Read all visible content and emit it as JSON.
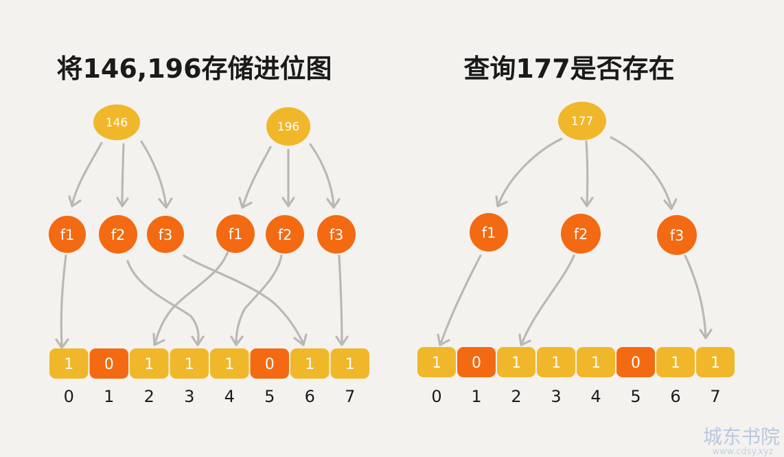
{
  "colors": {
    "background": "#f4f2ee",
    "key_node": "#f1b72a",
    "hash_node": "#f36a12",
    "bit_one": "#f1b72a",
    "bit_zero": "#f36a12",
    "arrow": "#b9b8b3"
  },
  "left_panel": {
    "title": "将146,196存储进位图",
    "keys": [
      {
        "label": "146",
        "targets": [
          "f1",
          "f2",
          "f3"
        ]
      },
      {
        "label": "196",
        "targets": [
          "f1",
          "f2",
          "f3"
        ]
      }
    ],
    "hash_functions": [
      {
        "label": "f1",
        "key": "146",
        "maps_to_index": 0
      },
      {
        "label": "f2",
        "key": "146",
        "maps_to_index": 3
      },
      {
        "label": "f3",
        "key": "146",
        "maps_to_index": 6
      },
      {
        "label": "f1",
        "key": "196",
        "maps_to_index": 2
      },
      {
        "label": "f2",
        "key": "196",
        "maps_to_index": 4
      },
      {
        "label": "f3",
        "key": "196",
        "maps_to_index": 7
      }
    ],
    "bits": [
      "1",
      "0",
      "1",
      "1",
      "1",
      "0",
      "1",
      "1"
    ],
    "indices": [
      "0",
      "1",
      "2",
      "3",
      "4",
      "5",
      "6",
      "7"
    ]
  },
  "right_panel": {
    "title": "查询177是否存在",
    "keys": [
      {
        "label": "177",
        "targets": [
          "f1",
          "f2",
          "f3"
        ]
      }
    ],
    "hash_functions": [
      {
        "label": "f1",
        "key": "177",
        "maps_to_index": 0
      },
      {
        "label": "f2",
        "key": "177",
        "maps_to_index": 2
      },
      {
        "label": "f3",
        "key": "177",
        "maps_to_index": 7
      }
    ],
    "bits": [
      "1",
      "0",
      "1",
      "1",
      "1",
      "0",
      "1",
      "1"
    ],
    "indices": [
      "0",
      "1",
      "2",
      "3",
      "4",
      "5",
      "6",
      "7"
    ]
  },
  "watermark": {
    "main": "城东书院",
    "sub": "www.cdsy.xyz"
  }
}
